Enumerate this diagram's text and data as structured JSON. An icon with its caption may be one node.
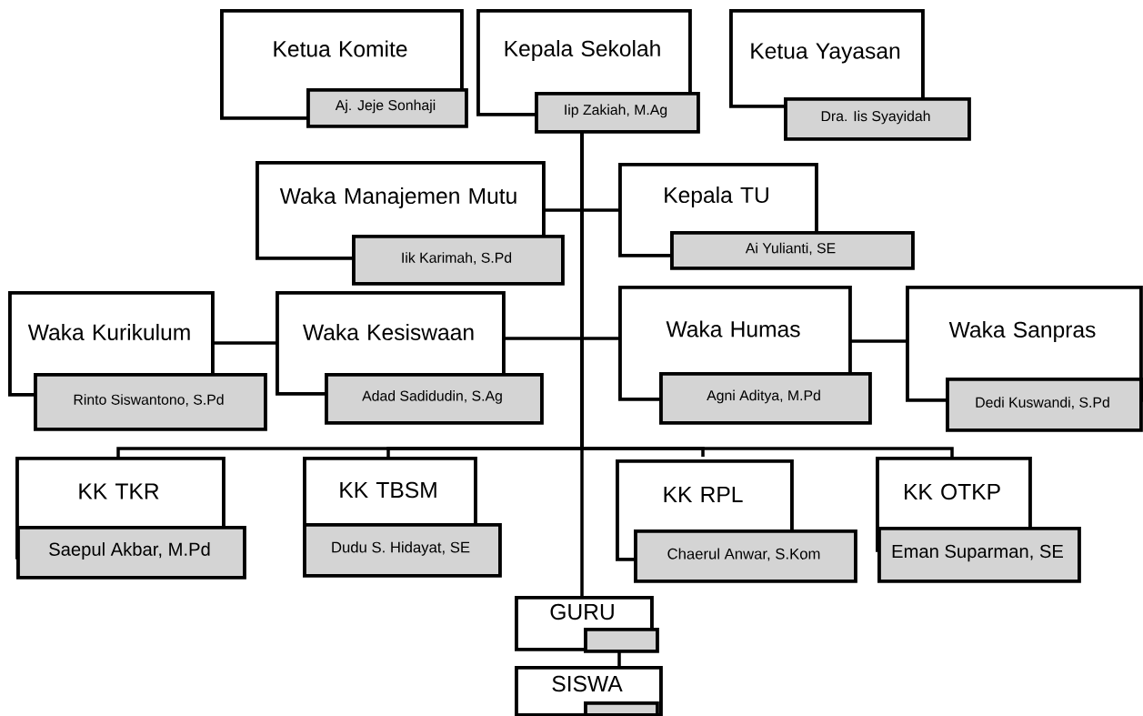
{
  "diagram": {
    "nodes": [
      {
        "text": [
          "Ketua Komite",
          "Aj. Jeje Sonhaji"
        ]
      },
      {
        "text": [
          "Kepala Sekolah",
          "Iip Zakiah, M.Ag"
        ]
      },
      {
        "text": [
          "Ketua Yayasan",
          "Dra. Iis Syayidah"
        ]
      },
      {
        "text": [
          "Waka Manajemen Mutu",
          "Iik Karimah, S.Pd"
        ]
      },
      {
        "text": [
          "Kepala TU",
          "Ai Yulianti, SE"
        ]
      },
      {
        "text": [
          "Waka Kurikulum",
          "Rinto Siswantono, S.Pd"
        ]
      },
      {
        "text": [
          "Waka Kesiswaan",
          "Adad Sadidudin, S.Ag"
        ]
      },
      {
        "text": [
          "Waka Humas",
          "Agni Aditya, M.Pd"
        ]
      },
      {
        "text": [
          "Waka Sanpras",
          "Dedi Kuswandi, S.Pd"
        ]
      },
      {
        "text": [
          "KK TKR",
          "Saepul Akbar, M.Pd"
        ]
      },
      {
        "text": [
          "KK TBSM",
          "Dudu S. Hidayat, SE"
        ]
      },
      {
        "text": [
          "KK RPL",
          "Chaerul Anwar, S.Kom"
        ]
      },
      {
        "text": [
          "KK OTKP",
          "Eman Suparman, SE"
        ]
      },
      {
        "text": [
          "GURU"
        ]
      },
      {
        "text": [
          "SISWA"
        ]
      }
    ],
    "edges": [
      {
        "from": 1,
        "to": 3,
        "arrow": "none"
      },
      {
        "from": 1,
        "to": 4,
        "arrow": "none"
      },
      {
        "from": 1,
        "to": 6,
        "arrow": "none"
      },
      {
        "from": 1,
        "to": 7,
        "arrow": "none"
      },
      {
        "from": 6,
        "to": 5,
        "arrow": "none"
      },
      {
        "from": 7,
        "to": 8,
        "arrow": "none"
      },
      {
        "from": 1,
        "to": 9,
        "arrow": "none"
      },
      {
        "from": 1,
        "to": 10,
        "arrow": "none"
      },
      {
        "from": 1,
        "to": 11,
        "arrow": "none"
      },
      {
        "from": 1,
        "to": 12,
        "arrow": "none"
      },
      {
        "from": 1,
        "to": 13,
        "arrow": "none"
      },
      {
        "from": 13,
        "to": 14,
        "arrow": "none"
      }
    ]
  }
}
